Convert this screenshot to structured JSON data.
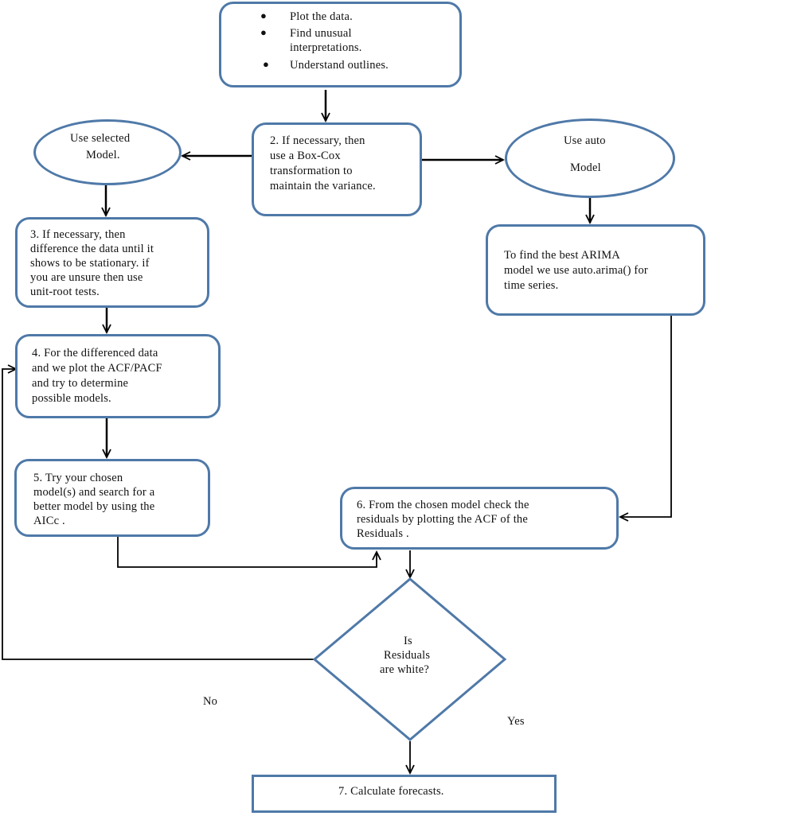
{
  "diagram": {
    "step1": {
      "bullets": [
        "Plot the data.",
        "Find unusual",
        "interpretations.",
        "Understand outlines."
      ]
    },
    "step2": {
      "lines": [
        "2. If necessary, then",
        "use a   Box-Cox",
        "transformation to",
        "maintain the variance."
      ]
    },
    "selected_model": {
      "lines": [
        "Use selected",
        "Model."
      ]
    },
    "auto_model": {
      "lines": [
        "Use auto",
        "Model"
      ]
    },
    "step3": {
      "lines": [
        "3. If necessary, then",
        "difference the data until it",
        "shows to be stationary. if",
        "you are unsure then use",
        "unit-root tests."
      ]
    },
    "auto_arima": {
      "lines": [
        "To find the best ARIMA",
        "model we use auto.arima() for",
        "time series."
      ]
    },
    "step4": {
      "lines": [
        "4. For the differenced data",
        "and we plot the ACF/PACF",
        "and try to determine",
        "possible models."
      ]
    },
    "step5": {
      "lines": [
        "5. Try your chosen",
        "model(s) and search for a",
        "better model by using the",
        "AICc ."
      ]
    },
    "step6": {
      "lines": [
        "6. From the chosen model check the",
        "residuals by plotting the ACF of the",
        "Residuals ."
      ]
    },
    "decision": {
      "lines": [
        "Is",
        "Residuals",
        "are white?"
      ]
    },
    "no_label": "No",
    "yes_label": "Yes",
    "step7": {
      "label": "7. Calculate forecasts."
    }
  }
}
